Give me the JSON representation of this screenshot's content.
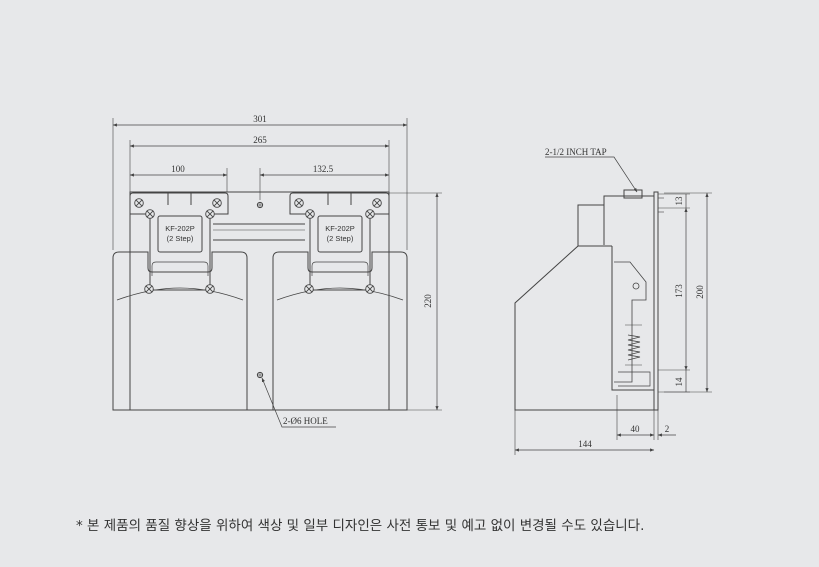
{
  "front_view": {
    "dims": {
      "overall_width": "301",
      "inner_width": "265",
      "left_offset": "100",
      "right_offset": "132.5",
      "height": "220"
    },
    "switch_labels": [
      {
        "model": "KF-202P",
        "type": "(2 Step)"
      },
      {
        "model": "KF-202P",
        "type": "(2 Step)"
      }
    ],
    "hole_callout": "2-Ø6 HOLE"
  },
  "side_view": {
    "tap_callout": "2-1/2 INCH TAP",
    "dims": {
      "top": "13",
      "mid": "173",
      "total": "200",
      "bottom": "14",
      "depth": "144",
      "cover": "40",
      "gap": "2"
    }
  },
  "colors": {
    "background": "#e7e8ea",
    "line": "#444444"
  },
  "footnote": "* 본 제품의 품질 향상을 위하여 색상 및 일부 디자인은 사전 통보 및 예고 없이 변경될 수도 있습니다."
}
